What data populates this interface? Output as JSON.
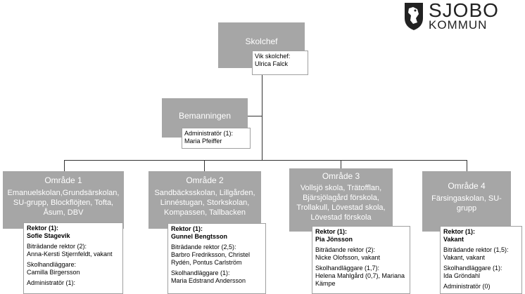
{
  "logo": {
    "line1": "SJOBO",
    "line2": "KOMMUN"
  },
  "skolchef": {
    "title": "Skolchef",
    "note_label": "Vik skolchef:",
    "note_name": "Ulrica Falck"
  },
  "bemanning": {
    "title": "Bemanningen",
    "note_label": "Administratör (1):",
    "note_name": "Maria Pfeiffer"
  },
  "areas": [
    {
      "title": "Område 1",
      "schools": "Emanuelskolan,Grundsärskolan, SU-grupp, Blockflöjten, Tofta, Åsum, DBV",
      "rektor_label": "Rektor (1):",
      "rektor_name": "Sofie Stagevik",
      "bitr_label": "Biträdande rektor (2):",
      "bitr_names": "Anna-Kersti Stjernfeldt, vakant",
      "handl_label": "Skolhandläggare:",
      "handl_names": "Camilla Birgersson",
      "admin_label": "Administratör (1):"
    },
    {
      "title": "Område 2",
      "schools": "Sandbäcksskolan, Lillgården, Linnéstugan, Storkskolan, Kompassen, Tallbacken",
      "rektor_label": "Rektor (1):",
      "rektor_name": "Gunnel Bengtsson",
      "bitr_label": "Biträdande rektor (2,5):",
      "bitr_names": "Barbro Fredriksson, Christel Rydén, Pontus Carlström",
      "handl_label": "Skolhandläggare (1):",
      "handl_names": "Maria Edstrand Andersson",
      "admin_label": ""
    },
    {
      "title": "Område 3",
      "schools": "Vollsjö skola, Trätofflan, Bjärsjölagård förskola, Trollakull, Lövestad skola, Lövestad förskola",
      "rektor_label": "Rektor (1):",
      "rektor_name": "Pia Jönsson",
      "bitr_label": "Biträdande rektor (2):",
      "bitr_names": "Nicke Olofsson, vakant",
      "handl_label": "Skolhandläggare (1,7):",
      "handl_names": "Helena Mahlgård (0,7), Mariana Kämpe",
      "admin_label": ""
    },
    {
      "title": "Område 4",
      "schools": "Färsingaskolan, SU-grupp",
      "rektor_label": "Rektor (1):",
      "rektor_name": "Vakant",
      "bitr_label": "Biträdande rektor (1,5):",
      "bitr_names": "Vakant, vakant",
      "handl_label": "Skolhandläggare (1):",
      "handl_names": "Ida Gröndahl",
      "admin_label": "Administratör (0)"
    }
  ]
}
